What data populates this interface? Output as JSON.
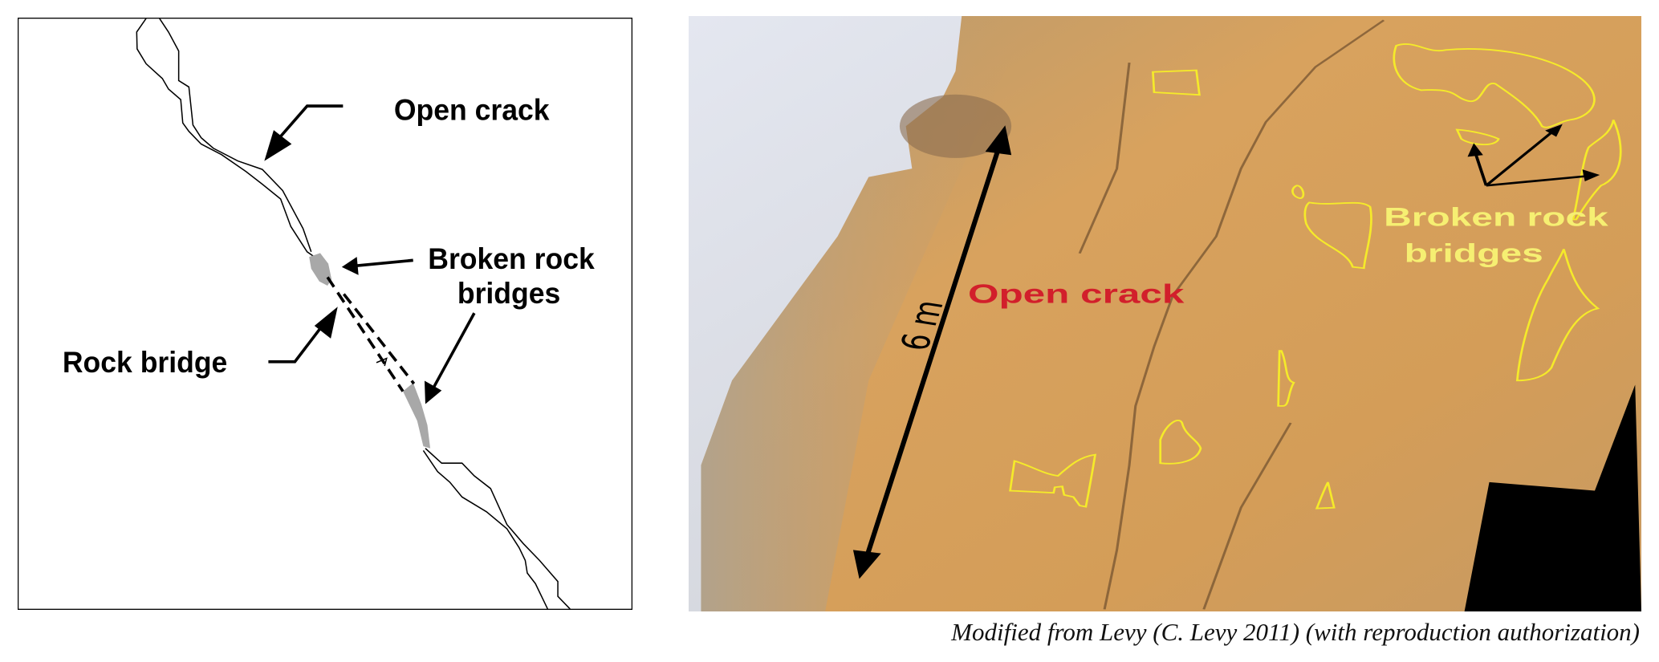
{
  "diagram": {
    "labels": {
      "open_crack": "Open crack",
      "broken_line1": "Broken rock",
      "broken_line2": "bridges",
      "rock_bridge": "Rock bridge"
    }
  },
  "photo": {
    "scale_label": "6 m",
    "open_crack": "Open crack",
    "broken_line1": "Broken rock",
    "broken_line2": "bridges",
    "colors": {
      "open_crack": "#d21f2b",
      "outline": "#f5ea2a",
      "broken_text": "#f6ef72"
    }
  },
  "caption": "Modified from Levy (C. Levy 2011) (with reproduction authorization)"
}
